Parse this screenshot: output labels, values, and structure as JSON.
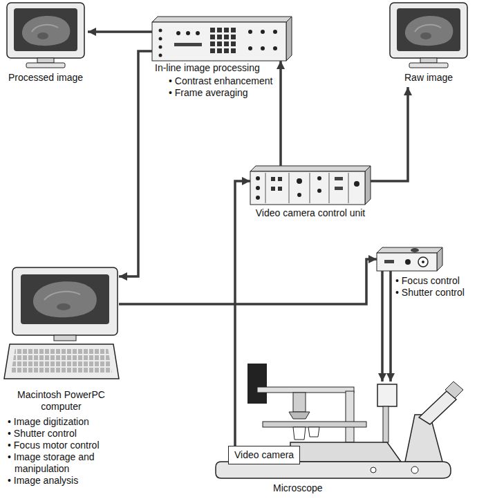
{
  "diagram": {
    "nodes": [
      {
        "text": [
          "Processed image"
        ]
      },
      {
        "text": [
          "In-line image processing",
          "• Contrast enhancement",
          "• Frame averaging"
        ]
      },
      {
        "text": [
          "Raw image"
        ]
      },
      {
        "text": [
          "Video camera control unit"
        ]
      },
      {
        "text": [
          "Macintosh PowerPC computer",
          "• Image digitization",
          "• Shutter control",
          "• Focus motor control",
          "• Image storage and manipulation",
          "• Image analysis"
        ]
      },
      {
        "text": [
          "• Focus control",
          "• Shutter control"
        ]
      },
      {
        "text": [
          "Microscope"
        ]
      },
      {
        "text": [
          "Video camera"
        ],
        "in": 6
      }
    ],
    "edges": [
      {
        "from": 3,
        "to": 2,
        "arrow": "to"
      },
      {
        "from": 3,
        "to": 1,
        "arrow": "to"
      },
      {
        "from": 1,
        "to": 0,
        "arrow": "to"
      },
      {
        "from": 1,
        "to": 4,
        "arrow": "to"
      },
      {
        "from": 4,
        "to": 5,
        "arrow": "to"
      },
      {
        "from": 5,
        "to": 6,
        "arrow": "to"
      },
      {
        "from": 5,
        "to": 6,
        "arrow": "to"
      },
      {
        "from": 7,
        "to": 3,
        "arrow": "to"
      }
    ]
  }
}
